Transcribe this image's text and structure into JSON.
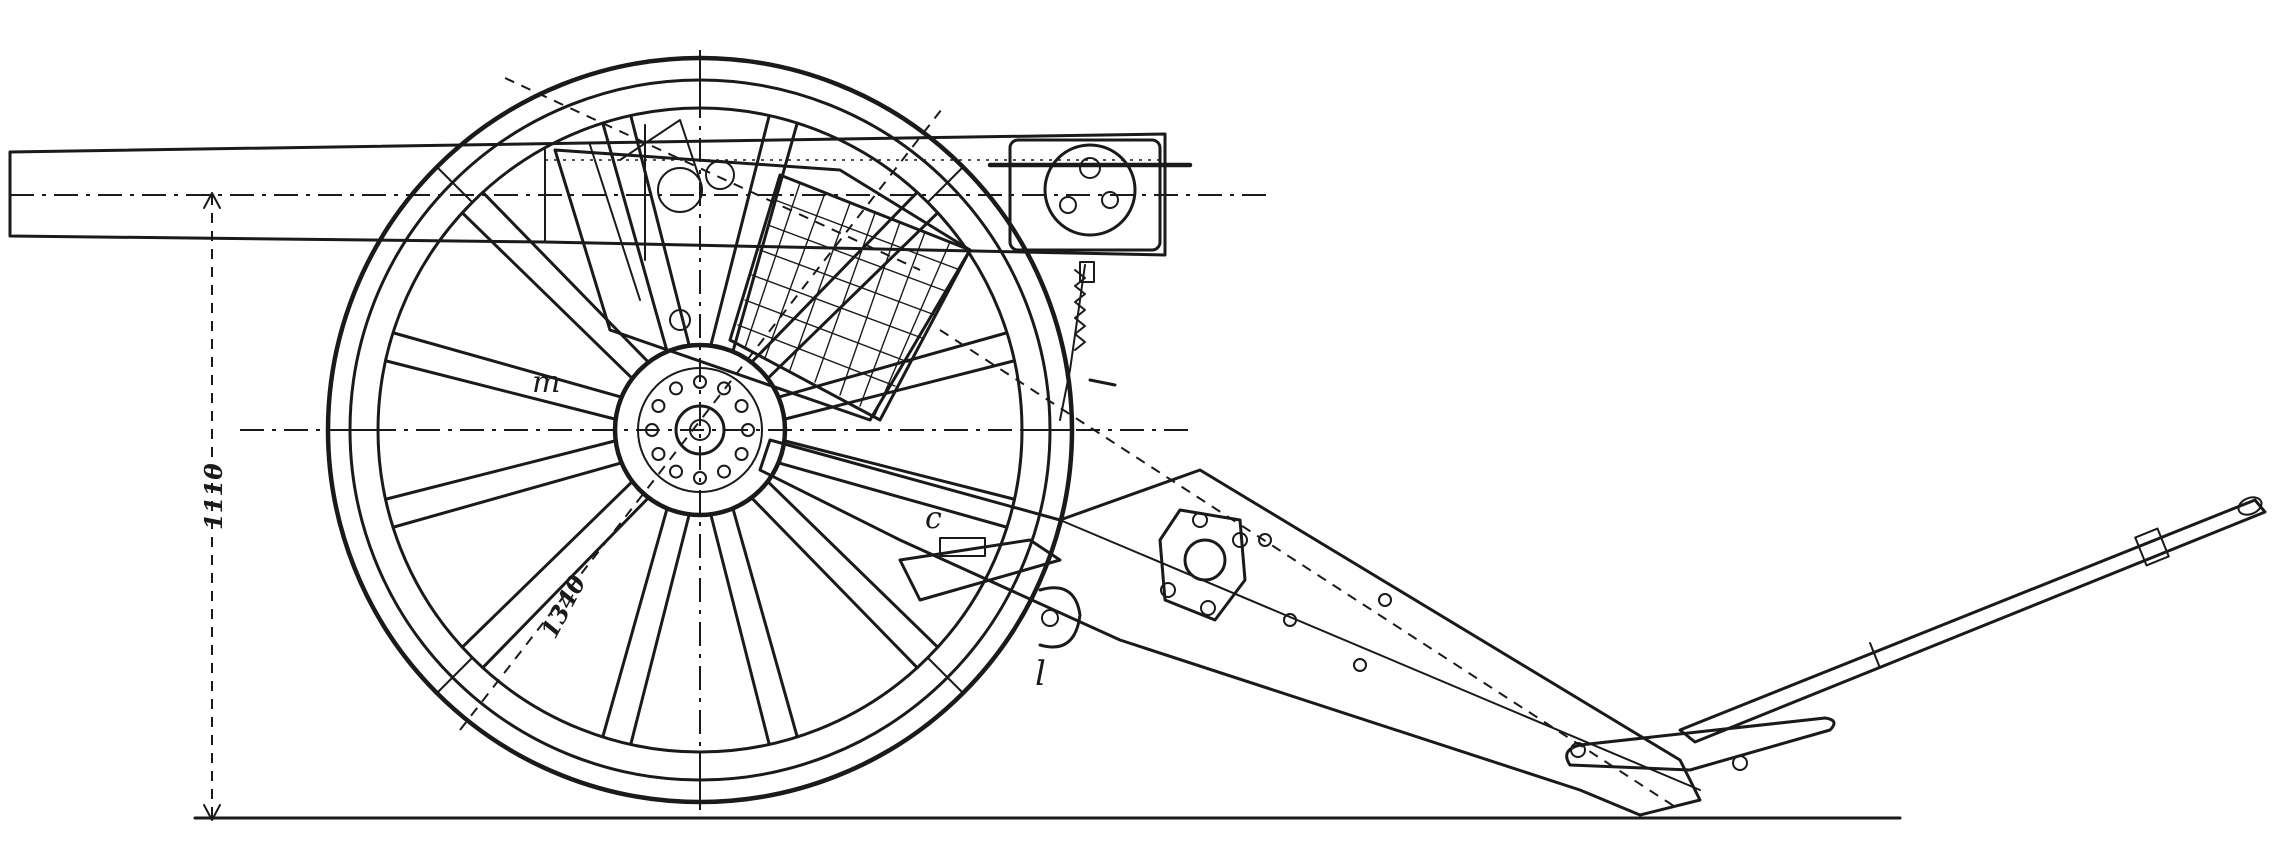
{
  "labels": {
    "dim_height": "1110",
    "dim_wheel": "1340",
    "part_m": "m",
    "part_c": "c",
    "part_l": "l"
  },
  "colors": {
    "ink": "#1a1a1a",
    "paper": "#ffffff"
  }
}
